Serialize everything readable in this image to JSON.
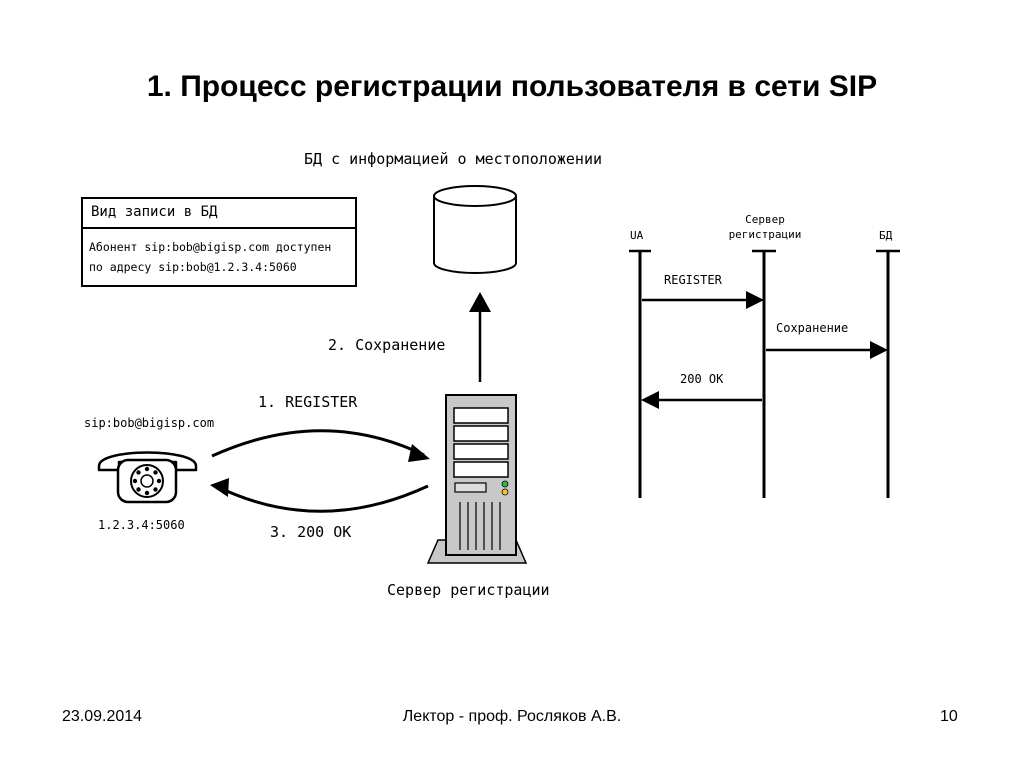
{
  "slide": {
    "title": "1. Процесс регистрации пользователя в сети SIP"
  },
  "left_diagram": {
    "db_label": "БД с информацией о местоположении",
    "record_box": {
      "header": "Вид записи в БД",
      "line1": "Абонент sip:bob@bigisp.com доступен",
      "line2": "по адресу sip:bob@1.2.3.4:5060"
    },
    "step2_label": "2. Сохранение",
    "step1_label": "1. REGISTER",
    "step3_label": "3. 200 OK",
    "phone_uri": "sip:bob@bigisp.com",
    "phone_address": "1.2.3.4:5060",
    "server_label": "Сервер регистрации"
  },
  "sequence": {
    "participants": [
      {
        "label": "UA"
      },
      {
        "label_line1": "Сервер",
        "label_line2": "регистрации"
      },
      {
        "label": "БД"
      }
    ],
    "messages": [
      {
        "label": "REGISTER",
        "from": "UA",
        "to": "Сервер регистрации"
      },
      {
        "label": "Сохранение",
        "from": "Сервер регистрации",
        "to": "БД"
      },
      {
        "label": "200 OK",
        "from": "Сервер регистрации",
        "to": "UA"
      }
    ]
  },
  "footer": {
    "date": "23.09.2014",
    "lecturer": "Лектор - проф. Росляков А.В.",
    "page": "10"
  }
}
